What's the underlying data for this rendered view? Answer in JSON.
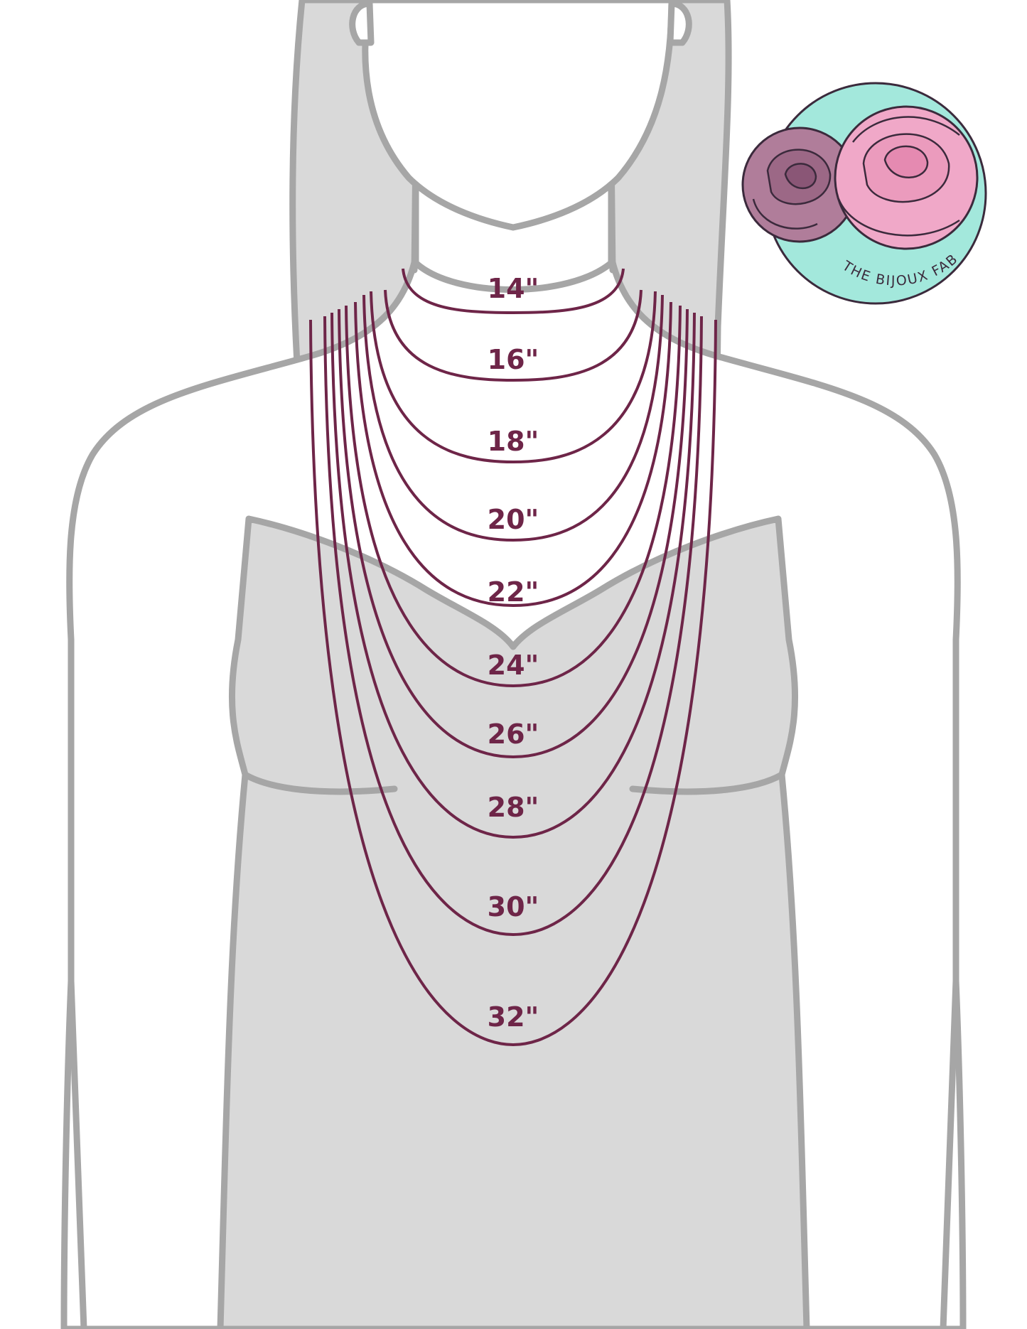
{
  "necklace_lengths": [
    "14\"",
    "16\"",
    "18\"",
    "20\"",
    "22\"",
    "24\"",
    "26\"",
    "28\"",
    "30\"",
    "32\""
  ],
  "logo": {
    "text": "THE BIJOUX FAB",
    "circle_color": "#a3e8dc",
    "rose_pink": "#f0a8c8",
    "rose_mauve": "#b07d9a"
  },
  "colors": {
    "chain": "#6e2548",
    "outline": "#a6a6a6",
    "fill": "#d9d9d9"
  }
}
